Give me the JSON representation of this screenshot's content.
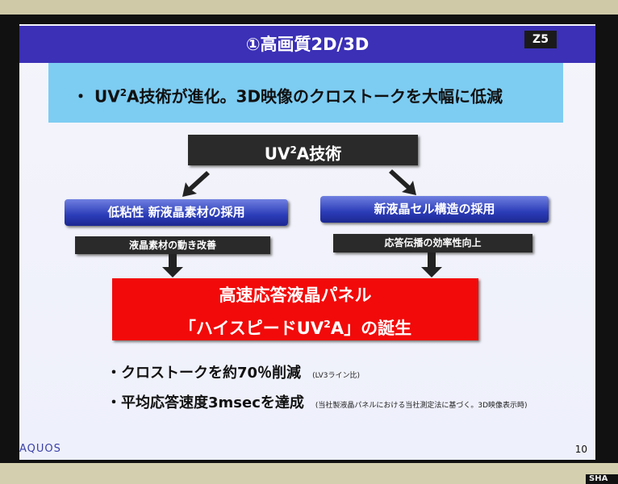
{
  "slide": {
    "title": "①高画質2D/3D",
    "badge": "Z5",
    "lead": {
      "bullet": "・",
      "prefix": "UV",
      "sup": "2",
      "text": "A技術が進化。3D映像のクロストークを大幅に低減"
    },
    "core": {
      "prefix": "UV",
      "sup": "2",
      "text": "A技術"
    },
    "left_branch": {
      "title": "低粘性 新液晶素材の採用",
      "sub": "液晶素材の動き改善"
    },
    "right_branch": {
      "title": "新液晶セル構造の採用",
      "sub": "応答伝播の効率性向上"
    },
    "result": {
      "line1": "高速応答液晶パネル",
      "line2_prefix": "「ハイスピードUV",
      "line2_sup": "2",
      "line2_suffix": "A」の誕生"
    },
    "bullets": [
      {
        "text": "・クロストークを約70％削減",
        "note": "(LV3ライン比)"
      },
      {
        "text": "・平均応答速度3msecを達成",
        "note": "(当社製液晶パネルにおける当社測定法に基づく。3D映像表示時)"
      }
    ],
    "logo": "AQUOS",
    "page": "10"
  },
  "bezel_brand": "SHA",
  "colors": {
    "title_bar": "#3b30b6",
    "lead_box": "#7dccf2",
    "result_box": "#f20a0a",
    "pill": "#2b3cb8"
  }
}
